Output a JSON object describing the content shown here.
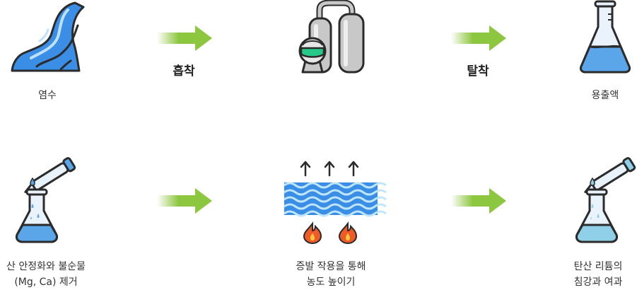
{
  "nodes": {
    "brine": "염수",
    "eluate": "용출액",
    "removal": [
      "산 안정화와 불순물",
      "(Mg, Ca) 제거"
    ],
    "evaporation": [
      "증발 작용을 통해",
      "농도 높이기"
    ],
    "precipitation": [
      "탄산 리튬의",
      "침강과 여과"
    ]
  },
  "steps": {
    "adsorption": "흡착",
    "desorption": "탈착"
  },
  "colors": {
    "arrow": "#8dc63f",
    "water": "#3a8ee6",
    "liquid": "#5aa6e8",
    "liquid_light": "#8fd0e8",
    "outline": "#2b2b2b",
    "tank": "#c8c8c8",
    "green_window": "#27c98a",
    "flame": "#f05a28"
  },
  "icons": [
    "river-icon",
    "adsorption-plant-icon",
    "erlenmeyer-flask-icon",
    "flask-pipette-icon",
    "evaporation-waves-icon",
    "flame-icon",
    "up-arrow-icon"
  ]
}
